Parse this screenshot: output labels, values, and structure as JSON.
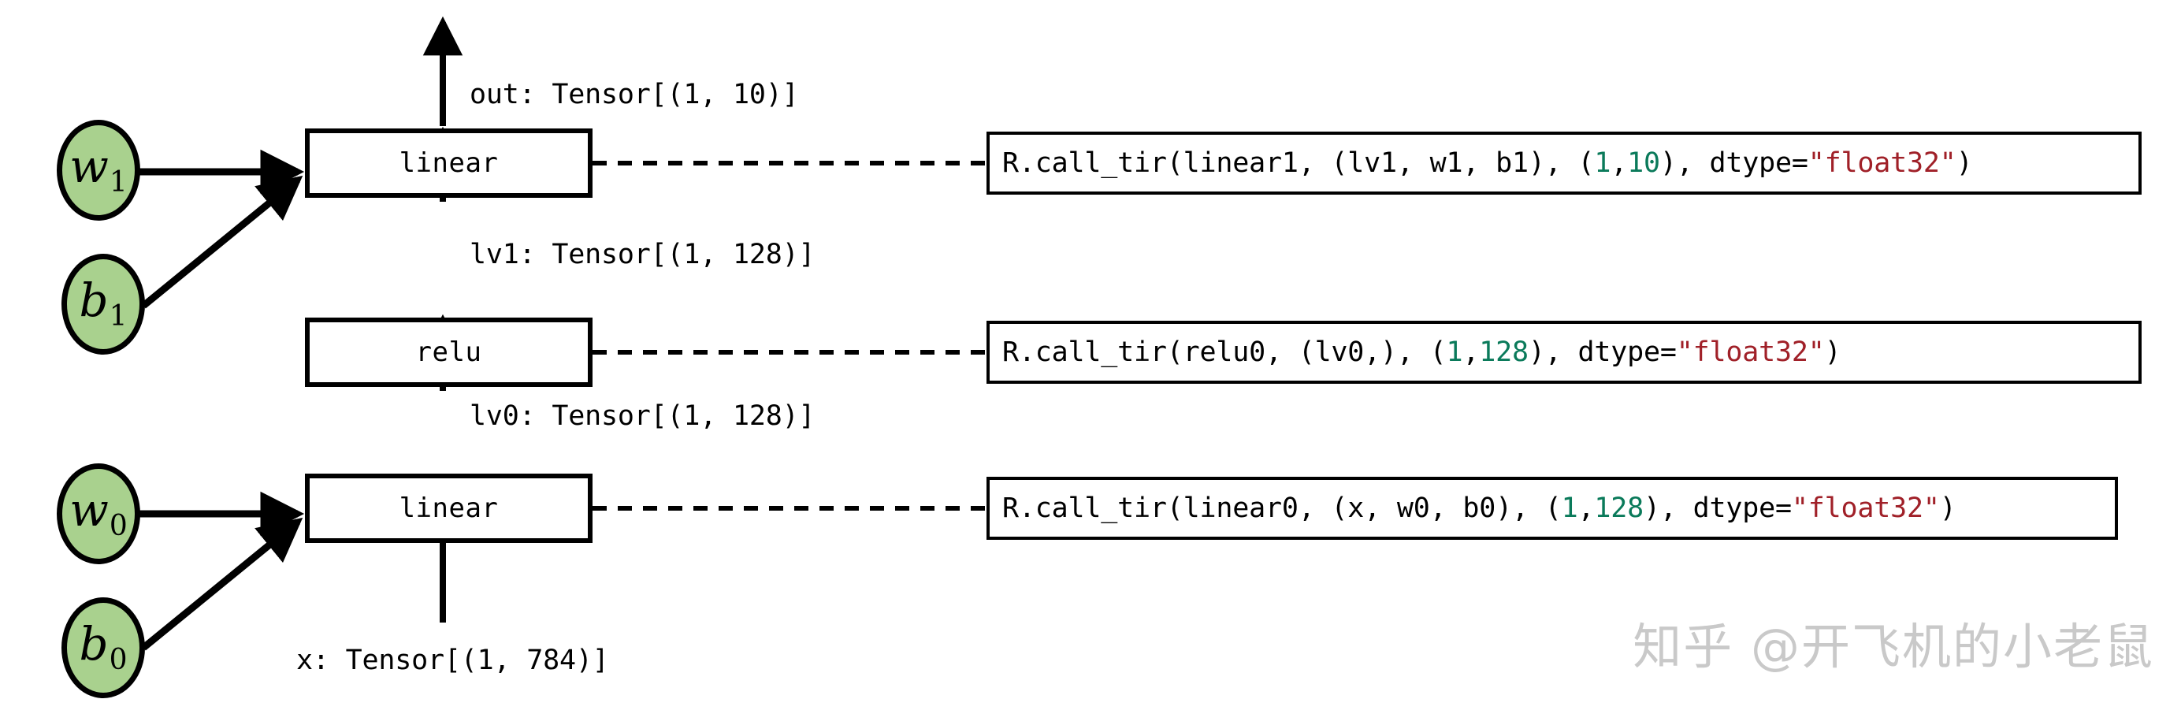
{
  "diagram": {
    "title": "Relax computational graph with call_tir mappings",
    "colors": {
      "param_fill": "#a9d18e",
      "stroke": "#000000",
      "number_token": "#0a7a5a",
      "string_token": "#a02028",
      "watermark": "#c9c9c9",
      "background": "#ffffff"
    },
    "params": [
      {
        "id": "w1",
        "base": "w",
        "sub": "1"
      },
      {
        "id": "b1",
        "base": "b",
        "sub": "1"
      },
      {
        "id": "w0",
        "base": "w",
        "sub": "0"
      },
      {
        "id": "b0",
        "base": "b",
        "sub": "0"
      }
    ],
    "ops": [
      {
        "id": "linear1",
        "label": "linear"
      },
      {
        "id": "relu0",
        "label": "relu"
      },
      {
        "id": "linear0",
        "label": "linear"
      }
    ],
    "edge_labels": [
      {
        "id": "out",
        "text": "out: Tensor[(1, 10)]"
      },
      {
        "id": "lv1",
        "text": "lv1: Tensor[(1, 128)]"
      },
      {
        "id": "lv0",
        "text": "lv0: Tensor[(1, 128)]"
      },
      {
        "id": "x",
        "text": "x: Tensor[(1, 784)]"
      }
    ],
    "code_boxes": [
      {
        "id": "call-tir-linear1",
        "full_text": "R.call_tir(linear1, (lv1, w1, b1), (1, 10), dtype=\"float32\")",
        "tokens": [
          {
            "t": "R.call_tir(linear1, (lv1, w1, b1), (",
            "k": "plain"
          },
          {
            "t": "1",
            "k": "num"
          },
          {
            "t": ", ",
            "k": "plain"
          },
          {
            "t": "10",
            "k": "num"
          },
          {
            "t": "), dtype=",
            "k": "plain"
          },
          {
            "t": "\"float32\"",
            "k": "str"
          },
          {
            "t": ")",
            "k": "plain"
          }
        ]
      },
      {
        "id": "call-tir-relu0",
        "full_text": "R.call_tir(relu0, (lv0,), (1, 128), dtype=\"float32\")",
        "tokens": [
          {
            "t": "R.call_tir(relu0, (lv0,), (",
            "k": "plain"
          },
          {
            "t": "1",
            "k": "num"
          },
          {
            "t": ", ",
            "k": "plain"
          },
          {
            "t": "128",
            "k": "num"
          },
          {
            "t": "), dtype=",
            "k": "plain"
          },
          {
            "t": "\"float32\"",
            "k": "str"
          },
          {
            "t": ")",
            "k": "plain"
          }
        ]
      },
      {
        "id": "call-tir-linear0",
        "full_text": "R.call_tir(linear0, (x, w0, b0), (1, 128), dtype=\"float32\")",
        "tokens": [
          {
            "t": "R.call_tir(linear0, (x, w0, b0), (",
            "k": "plain"
          },
          {
            "t": "1",
            "k": "num"
          },
          {
            "t": ", ",
            "k": "plain"
          },
          {
            "t": "128",
            "k": "num"
          },
          {
            "t": "), dtype=",
            "k": "plain"
          },
          {
            "t": "\"float32\"",
            "k": "str"
          },
          {
            "t": ")",
            "k": "plain"
          }
        ]
      }
    ],
    "watermark": "知乎 @开飞机的小老鼠"
  }
}
